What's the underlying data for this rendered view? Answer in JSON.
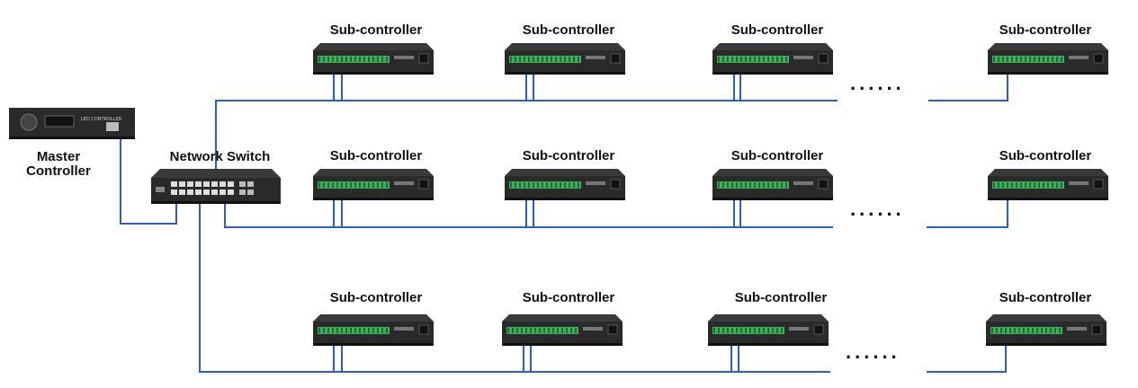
{
  "master": {
    "label": "Master\nController",
    "panel_text": "LED CONTROLLER"
  },
  "switch": {
    "label": "Network Switch"
  },
  "rows": [
    {
      "subs": [
        {
          "label": "Sub-controller"
        },
        {
          "label": "Sub-controller"
        },
        {
          "label": "Sub-controller"
        },
        {
          "label": "Sub-controller"
        }
      ],
      "ellipsis": "......"
    },
    {
      "subs": [
        {
          "label": "Sub-controller"
        },
        {
          "label": "Sub-controller"
        },
        {
          "label": "Sub-controller"
        },
        {
          "label": "Sub-controller"
        }
      ],
      "ellipsis": "......"
    },
    {
      "subs": [
        {
          "label": "Sub-controller"
        },
        {
          "label": "Sub-controller"
        },
        {
          "label": "Sub-controller"
        },
        {
          "label": "Sub-controller"
        }
      ],
      "ellipsis": "......"
    }
  ],
  "colors": {
    "cable": "#2f5fb3",
    "device": "#2a2a2a",
    "terminal": "#3fae5a"
  }
}
